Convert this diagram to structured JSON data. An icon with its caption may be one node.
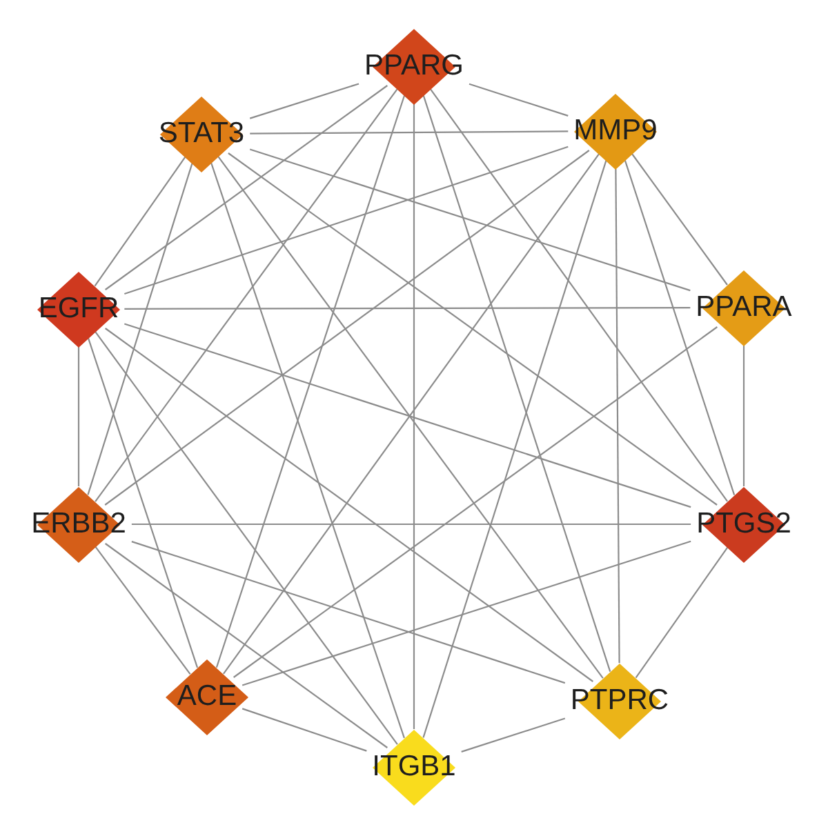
{
  "diagram": {
    "nodes": [
      {
        "text": [
          "PPARG"
        ]
      },
      {
        "text": [
          "MMP9"
        ]
      },
      {
        "text": [
          "PPARA"
        ]
      },
      {
        "text": [
          "PTGS2"
        ]
      },
      {
        "text": [
          "PTPRC"
        ]
      },
      {
        "text": [
          "ITGB1"
        ]
      },
      {
        "text": [
          "ACE"
        ]
      },
      {
        "text": [
          "ERBB2"
        ]
      },
      {
        "text": [
          "EGFR"
        ]
      },
      {
        "text": [
          "STAT3"
        ]
      }
    ],
    "edges": [
      {
        "from": 0,
        "to": 1,
        "arrow": "none"
      },
      {
        "from": 0,
        "to": 3,
        "arrow": "none"
      },
      {
        "from": 0,
        "to": 4,
        "arrow": "none"
      },
      {
        "from": 0,
        "to": 5,
        "arrow": "none"
      },
      {
        "from": 0,
        "to": 6,
        "arrow": "none"
      },
      {
        "from": 0,
        "to": 7,
        "arrow": "none"
      },
      {
        "from": 0,
        "to": 8,
        "arrow": "none"
      },
      {
        "from": 0,
        "to": 9,
        "arrow": "none"
      },
      {
        "from": 1,
        "to": 2,
        "arrow": "none"
      },
      {
        "from": 1,
        "to": 3,
        "arrow": "none"
      },
      {
        "from": 1,
        "to": 4,
        "arrow": "none"
      },
      {
        "from": 1,
        "to": 5,
        "arrow": "none"
      },
      {
        "from": 1,
        "to": 6,
        "arrow": "none"
      },
      {
        "from": 1,
        "to": 7,
        "arrow": "none"
      },
      {
        "from": 1,
        "to": 8,
        "arrow": "none"
      },
      {
        "from": 1,
        "to": 9,
        "arrow": "none"
      },
      {
        "from": 2,
        "to": 3,
        "arrow": "none"
      },
      {
        "from": 2,
        "to": 6,
        "arrow": "none"
      },
      {
        "from": 2,
        "to": 8,
        "arrow": "none"
      },
      {
        "from": 2,
        "to": 9,
        "arrow": "none"
      },
      {
        "from": 3,
        "to": 4,
        "arrow": "none"
      },
      {
        "from": 3,
        "to": 6,
        "arrow": "none"
      },
      {
        "from": 3,
        "to": 7,
        "arrow": "none"
      },
      {
        "from": 3,
        "to": 8,
        "arrow": "none"
      },
      {
        "from": 3,
        "to": 9,
        "arrow": "none"
      },
      {
        "from": 4,
        "to": 5,
        "arrow": "none"
      },
      {
        "from": 4,
        "to": 7,
        "arrow": "none"
      },
      {
        "from": 4,
        "to": 8,
        "arrow": "none"
      },
      {
        "from": 4,
        "to": 9,
        "arrow": "none"
      },
      {
        "from": 5,
        "to": 6,
        "arrow": "none"
      },
      {
        "from": 5,
        "to": 7,
        "arrow": "none"
      },
      {
        "from": 5,
        "to": 8,
        "arrow": "none"
      },
      {
        "from": 5,
        "to": 9,
        "arrow": "none"
      },
      {
        "from": 6,
        "to": 7,
        "arrow": "none"
      },
      {
        "from": 6,
        "to": 8,
        "arrow": "none"
      },
      {
        "from": 7,
        "to": 8,
        "arrow": "none"
      },
      {
        "from": 7,
        "to": 9,
        "arrow": "none"
      },
      {
        "from": 8,
        "to": 9,
        "arrow": "none"
      }
    ]
  }
}
